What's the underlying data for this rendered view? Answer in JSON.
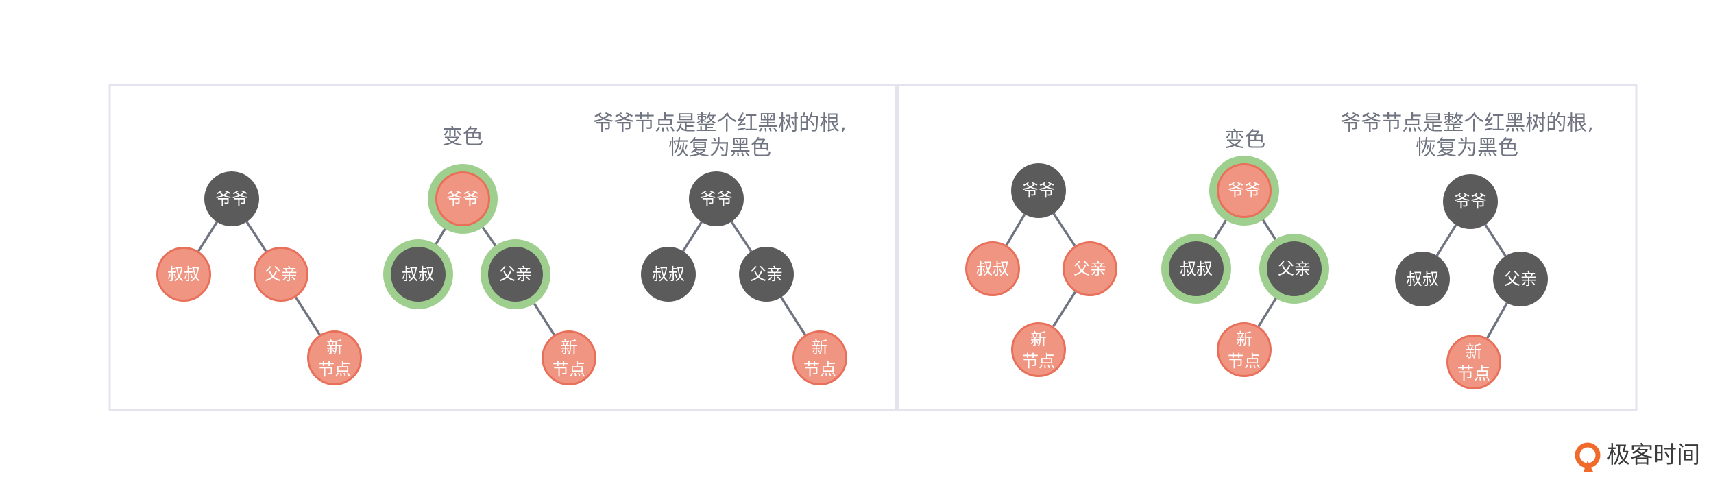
{
  "colors": {
    "black_node": "#5b5b5b",
    "red_node_fill": "#ef9582",
    "red_node_stroke": "#e8705a",
    "highlight_ring": "#9ecf8f",
    "edge": "#6f7480",
    "caption": "#6f7480",
    "logo_orange": "#f06b2b"
  },
  "labels": {
    "grandparent": "爷爷",
    "uncle": "叔叔",
    "father": "父亲",
    "new_node_line1": "新",
    "new_node_line2": "节点"
  },
  "captions": {
    "recolor": "变色",
    "root_line1": "爷爷节点是整个红黑树的根,",
    "root_line2": "恢复为黑色"
  },
  "panels": [
    {
      "name": "right-child-case",
      "new_node_side": "father-right",
      "steps": [
        {
          "grandparent": "black",
          "uncle": "red",
          "father": "red",
          "new_node": "red",
          "highlighted": []
        },
        {
          "grandparent": "red",
          "uncle": "black",
          "father": "black",
          "new_node": "red",
          "highlighted": [
            "grandparent",
            "uncle",
            "father"
          ]
        },
        {
          "grandparent": "black",
          "uncle": "black",
          "father": "black",
          "new_node": "red",
          "highlighted": []
        }
      ]
    },
    {
      "name": "left-child-case",
      "new_node_side": "father-left",
      "steps": [
        {
          "grandparent": "black",
          "uncle": "red",
          "father": "red",
          "new_node": "red",
          "highlighted": []
        },
        {
          "grandparent": "red",
          "uncle": "black",
          "father": "black",
          "new_node": "red",
          "highlighted": [
            "grandparent",
            "uncle",
            "father"
          ]
        },
        {
          "grandparent": "black",
          "uncle": "black",
          "father": "black",
          "new_node": "red",
          "highlighted": []
        }
      ]
    }
  ],
  "logo": {
    "text": "极客时间",
    "icon": "geektime-logo-icon"
  }
}
